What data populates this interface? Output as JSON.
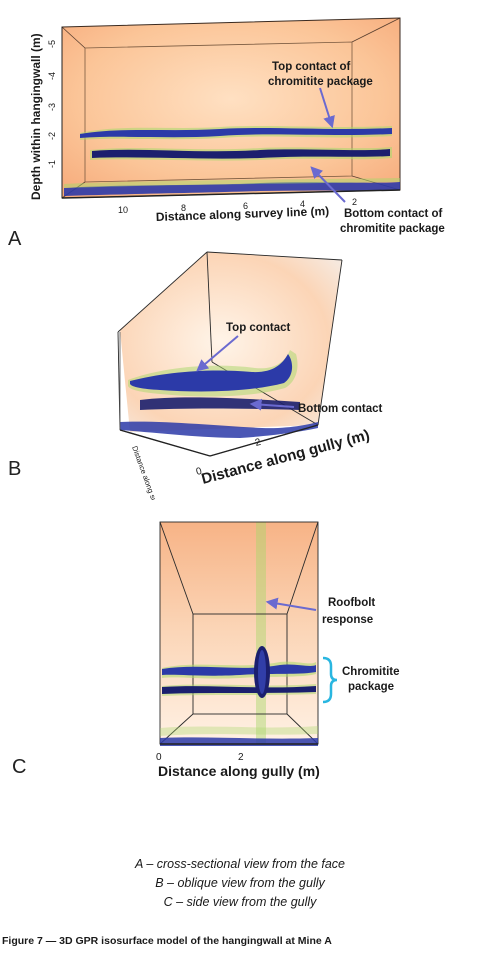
{
  "panel_a": {
    "label": "A",
    "ylabel": "Depth within hangingwall (m)",
    "y_ticks": [
      "-5",
      "-4",
      "-3",
      "-2",
      "-1"
    ],
    "xlabel": "Distance along survey line (m)",
    "x_ticks": [
      "10",
      "8",
      "6",
      "4",
      "2"
    ],
    "top_annotation": [
      "Top contact of",
      "chromitite package"
    ],
    "bottom_annotation": [
      "Bottom contact of",
      "chromitite package"
    ]
  },
  "panel_b": {
    "label": "B",
    "top_annotation": "Top contact",
    "bottom_annotation": "Bottom contact",
    "side_axis_label": "Distance along survey line (m)",
    "xlabel": "Distance along gully (m)",
    "x_ticks": [
      "0",
      "2"
    ]
  },
  "panel_c": {
    "label": "C",
    "roofbolt_annotation": [
      "Roofbolt",
      "response"
    ],
    "chromitite_annotation": [
      "Chromitite",
      "package"
    ],
    "xlabel": "Distance along gully (m)",
    "x_ticks": [
      "0",
      "2"
    ]
  },
  "caption_lines": [
    "A – cross-sectional view from the face",
    "B – oblique view from the gully",
    "C – side view from the gully"
  ],
  "figure_title": "Figure 7 — 3D GPR isosurface model of the hangingwall at Mine A",
  "colors": {
    "isosurface": "#2c3aa8",
    "isosurface_dark": "#1b1f6e",
    "halo": "#a8d86a",
    "background_glow": "#f8b37a",
    "arrow": "#6a6ad0",
    "brace": "#29b6e0"
  }
}
